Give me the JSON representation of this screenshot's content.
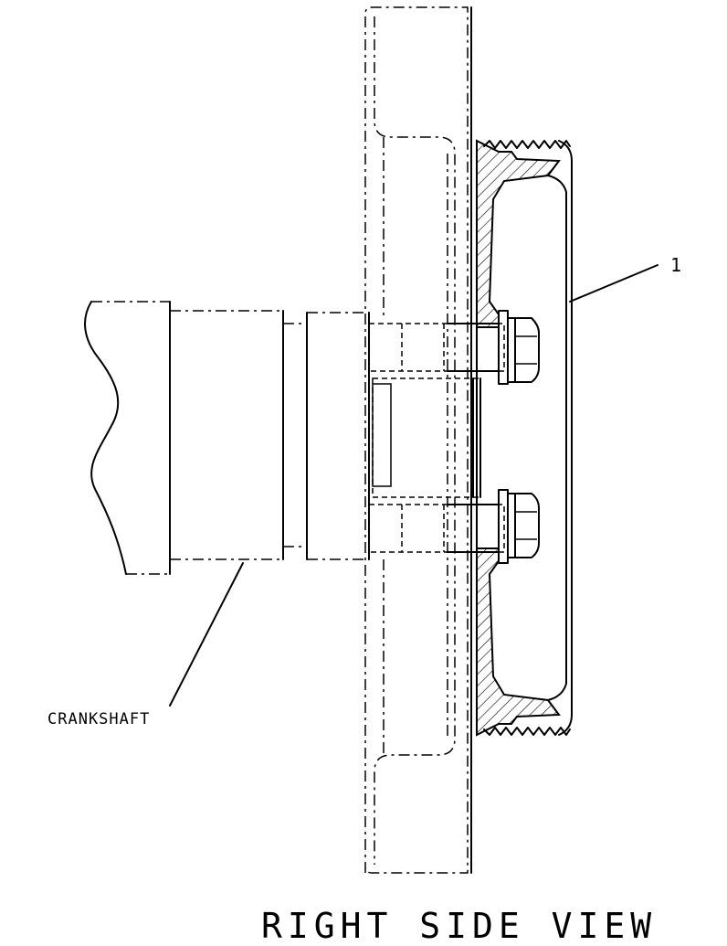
{
  "labels": {
    "crankshaft": "CRANKSHAFT",
    "item_number": "1",
    "view_title": "RIGHT SIDE VIEW"
  },
  "colors": {
    "line": "#000000",
    "background": "#ffffff"
  }
}
